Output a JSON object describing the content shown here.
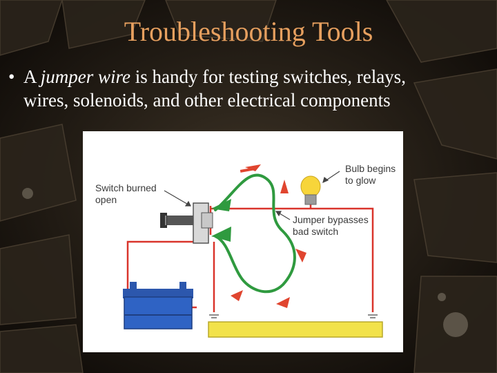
{
  "slide": {
    "title": "Troubleshooting Tools",
    "bullet": {
      "marker": "•",
      "prefix": "A ",
      "emphasis": "jumper wire",
      "rest_line1": " is handy for testing switches, relays,",
      "line2": "wires, solenoids, and other electrical components"
    }
  },
  "figure": {
    "labels": {
      "switch_line1": "Switch burned",
      "switch_line2": "open",
      "bulb_line1": "Bulb begins",
      "bulb_line2": "to glow",
      "jumper_line1": "Jumper bypasses",
      "jumper_line2": "bad switch"
    },
    "colors": {
      "wire": "#d9342b",
      "jumper": "#2f9a3f",
      "battery": "#2f63c4",
      "ground_bar": "#f2e24a",
      "bulb": "#f7d53a"
    }
  }
}
